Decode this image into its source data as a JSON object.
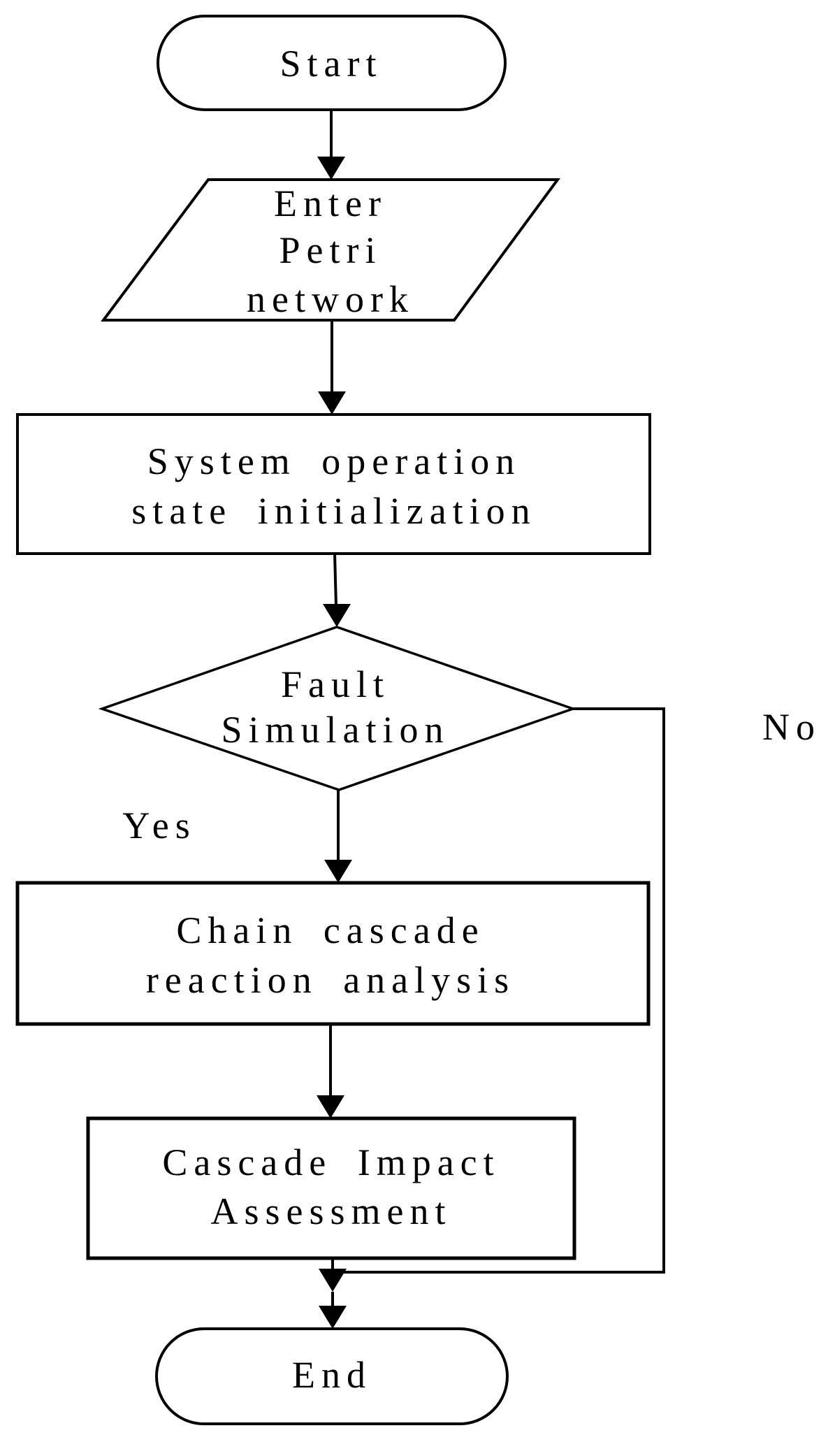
{
  "diagram": {
    "type": "flowchart",
    "colors": {
      "background": "#ffffff",
      "stroke": "#000000",
      "text": "#000000",
      "shape_fill": "#ffffff"
    },
    "nodes": {
      "start": {
        "shape": "terminator",
        "label": "Start"
      },
      "enter_petri": {
        "shape": "input-parallelogram",
        "line1": "Enter",
        "line2": "Petri",
        "line3": "network"
      },
      "system_init": {
        "shape": "process",
        "line1": "System operation",
        "line2": "state initialization"
      },
      "fault_simulation": {
        "shape": "decision",
        "line1": "Fault",
        "line2": "Simulation"
      },
      "chain_cascade": {
        "shape": "process",
        "line1": "Chain cascade",
        "line2": "reaction analysis"
      },
      "cascade_impact": {
        "shape": "process",
        "line1": "Cascade Impact",
        "line2": "Assessment"
      },
      "end": {
        "shape": "terminator",
        "label": "End"
      }
    },
    "edges": {
      "decision_yes_label": "Yes",
      "decision_no_label": "No"
    }
  }
}
